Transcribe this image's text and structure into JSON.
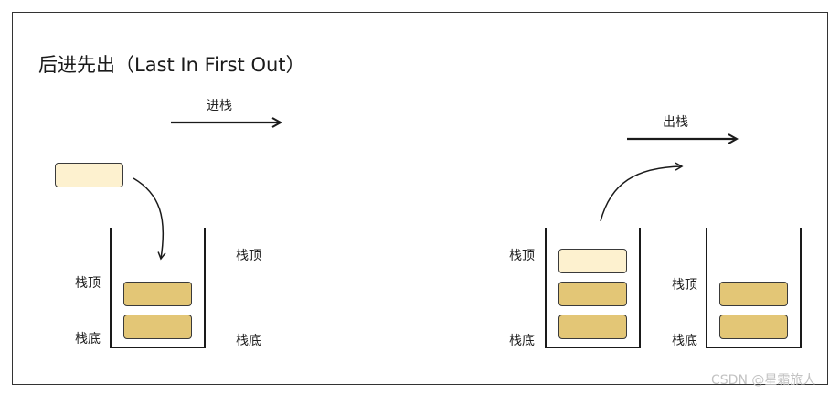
{
  "title": "后进先出（Last In First Out）",
  "push": {
    "arrow_label": "进栈",
    "top_label": "栈顶",
    "top_after_label": "栈顶",
    "bottom_label": "栈底",
    "bottom_after_label": "栈底"
  },
  "pop": {
    "arrow_label": "出栈",
    "top_label": "栈顶",
    "bottom_label": "栈底",
    "top_after_label": "栈顶",
    "bottom_after_label": "栈底"
  },
  "colors": {
    "block_dark": "#e3c676",
    "block_light": "#fdf1cf",
    "stroke": "#1a1a1a"
  },
  "watermark": "CSDN @星霜旅人"
}
